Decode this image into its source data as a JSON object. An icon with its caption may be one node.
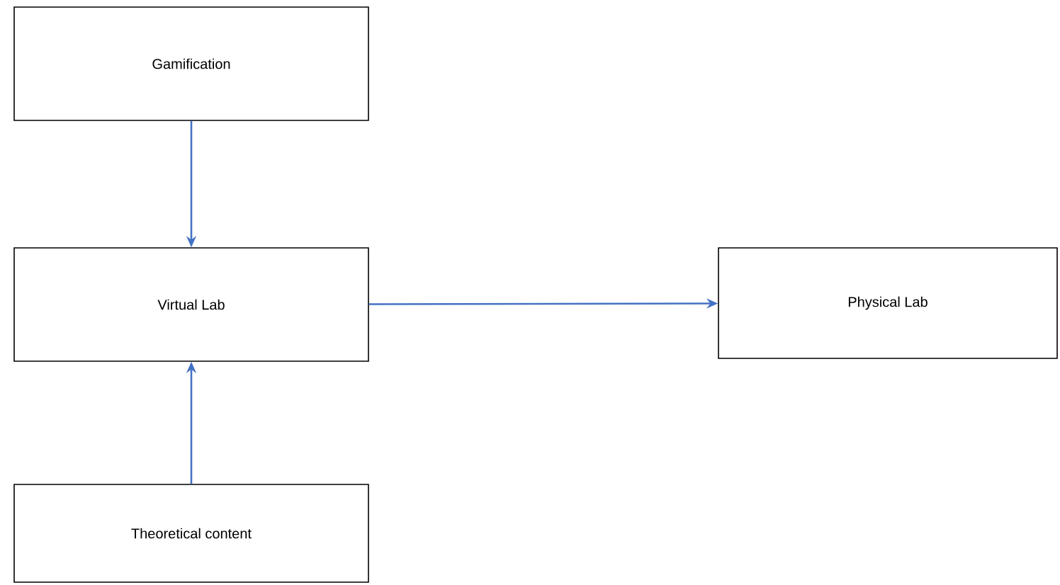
{
  "diagram": {
    "nodes": [
      {
        "text": [
          "Gamification"
        ]
      },
      {
        "text": [
          "Virtual Lab"
        ]
      },
      {
        "text": [
          "Theoretical content"
        ]
      },
      {
        "text": [
          "Physical Lab"
        ]
      }
    ],
    "edges": [
      {
        "from": 0,
        "to": 1,
        "arrow": "to"
      },
      {
        "from": 1,
        "to": 3,
        "arrow": "to"
      },
      {
        "from": 2,
        "to": 1,
        "arrow": "to"
      }
    ]
  }
}
